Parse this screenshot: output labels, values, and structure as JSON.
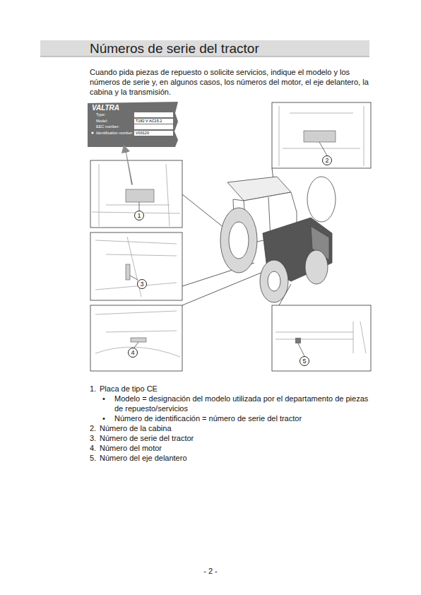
{
  "diagram": {
    "title": "Números de serie del tractor",
    "nodes": [
      {
        "text": [
          "VALTRA",
          "Type:",
          "Model:",
          "T182 V AC15.2",
          "EEC number:",
          "Identification number:",
          "V03120"
        ]
      },
      {
        "text": [
          "1"
        ]
      },
      {
        "text": [
          "2"
        ]
      },
      {
        "text": [
          "3"
        ]
      },
      {
        "text": [
          "4"
        ]
      },
      {
        "text": [
          "5"
        ]
      }
    ],
    "labels": [
      "Cuando pida piezas de repuesto o solicite servicios, indique el modelo y los números de serie y, en algunos casos, los números del motor, el eje delantero, la cabina y la transmisión.",
      "1.",
      "Placa de tipo CE",
      "•",
      "Modelo = designación del modelo utilizada por el departamento de piezas de repuesto/servicios",
      "•",
      "Número de identificación = número de serie del tractor",
      "2.",
      "Número de la cabina",
      "3.",
      "Número de serie del tractor",
      "4.",
      "Número del motor",
      "5.",
      "Número del eje delantero",
      "- 2 -"
    ]
  }
}
